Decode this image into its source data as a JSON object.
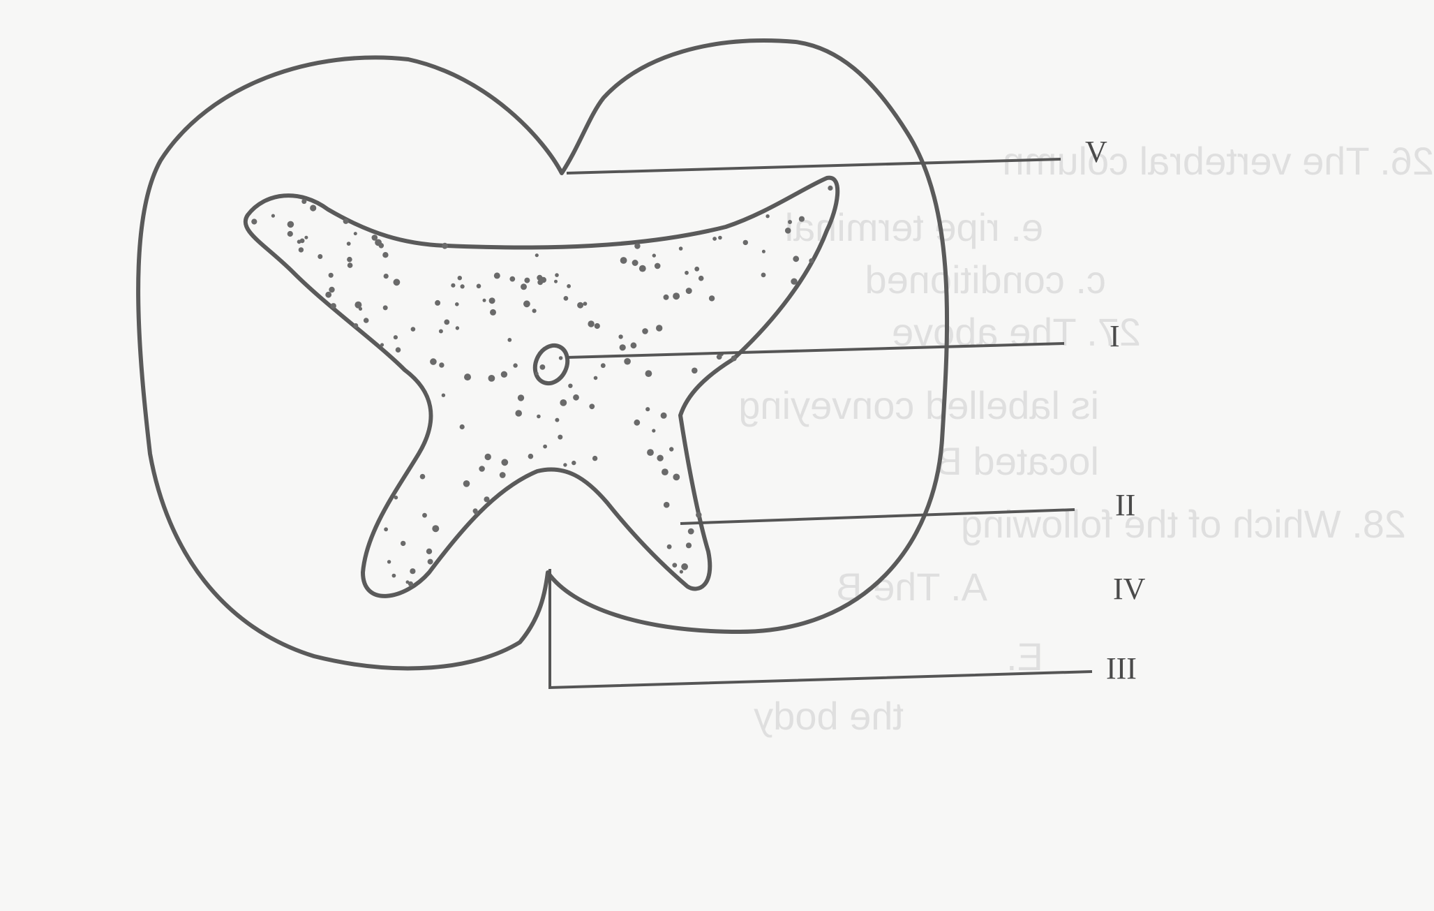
{
  "labels": {
    "v": "V",
    "i": "I",
    "ii": "II",
    "iv": "IV",
    "iii": "III"
  },
  "bleed_through_text": {
    "line_1": "26. The vertebral column",
    "line_2": "e. ripe   terminal",
    "line_3": "c. conditioned",
    "line_4": "27. The above",
    "line_5": "is labelled   conveying",
    "line_6": "located   B",
    "line_7": "28. Which of the following",
    "line_8": "A. The     B",
    "line_9": "E.",
    "line_10": "the body"
  },
  "colors": {
    "paper": "#f7f7f6",
    "ink": "#5a5a5a",
    "bleed": "#cdcdcd"
  }
}
